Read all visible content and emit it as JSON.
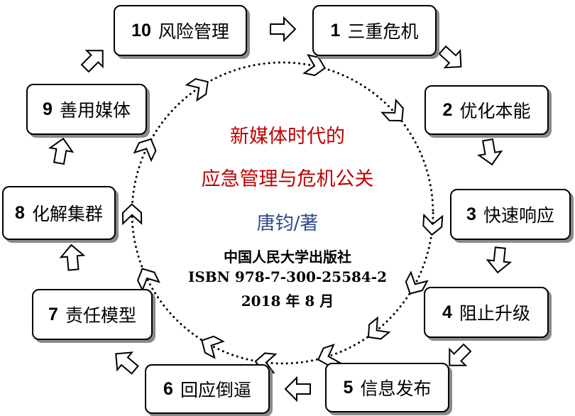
{
  "nodes": [
    {
      "id": "n1",
      "num": "1",
      "label": "三重危机"
    },
    {
      "id": "n2",
      "num": "2",
      "label": "优化本能"
    },
    {
      "id": "n3",
      "num": "3",
      "label": "快速响应"
    },
    {
      "id": "n4",
      "num": "4",
      "label": "阻止升级"
    },
    {
      "id": "n5",
      "num": "5",
      "label": "信息发布"
    },
    {
      "id": "n6",
      "num": "6",
      "label": "回应倒逼"
    },
    {
      "id": "n7",
      "num": "7",
      "label": "责任模型"
    },
    {
      "id": "n8",
      "num": "8",
      "label": "化解集群"
    },
    {
      "id": "n9",
      "num": "9",
      "label": "善用媒体"
    },
    {
      "id": "n10",
      "num": "10",
      "label": "风险管理"
    }
  ],
  "center": {
    "title_line1": "新媒体时代的",
    "title_line2": "应急管理与危机公关",
    "author": "唐钧/著",
    "publisher": "中国人民大学出版社",
    "isbn": "ISBN 978-7-300-25584-2",
    "date": "2018 年 8 月"
  },
  "colors": {
    "title": "#c00000",
    "author": "#2e4a8a",
    "border": "#000000",
    "shadow": "#8a8a8a"
  }
}
